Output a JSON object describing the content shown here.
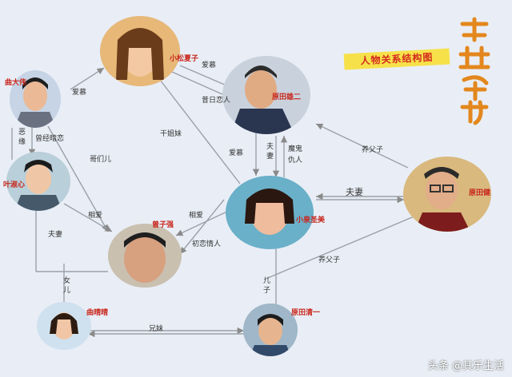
{
  "title_banner": "人物关系结构图",
  "calligraphy_logo": "再世情缘",
  "watermark": "头条 @其乐生活",
  "characters": {
    "top_woman": "小松夏子",
    "boss_man": "原田雄二",
    "left_man": "曲大伟",
    "left_woman": "叶淑心",
    "center_woman": "小泉圣美",
    "right_old_man": "原田健",
    "center_man": "曾子强",
    "girl": "曲晴晴",
    "boy": "原田清一"
  },
  "relations": {
    "lovers_top": "爱慕",
    "admire_left": "爱慕",
    "former_lover": "昔日恋人",
    "sworn_sister": "干姐妹",
    "adoptive_father_top": "养父子",
    "admire_mid": "爱慕",
    "husband_wife_mid": "夫\n妻",
    "devil_enemy": "魔鬼\n仇人",
    "husband_wife_right": "夫妻",
    "former_abuse": "曾经暗恋",
    "brothers": "哥们儿",
    "love1": "相爱",
    "love2": "相爱",
    "first_love": "初恋情人",
    "adoptive_father_bottom": "养父子",
    "husband_wife_left": "夫妻",
    "daughter": "女\n儿",
    "son": "儿\n子",
    "siblings": "兄妹",
    "leftmost_vertical": "恶\n缘"
  }
}
